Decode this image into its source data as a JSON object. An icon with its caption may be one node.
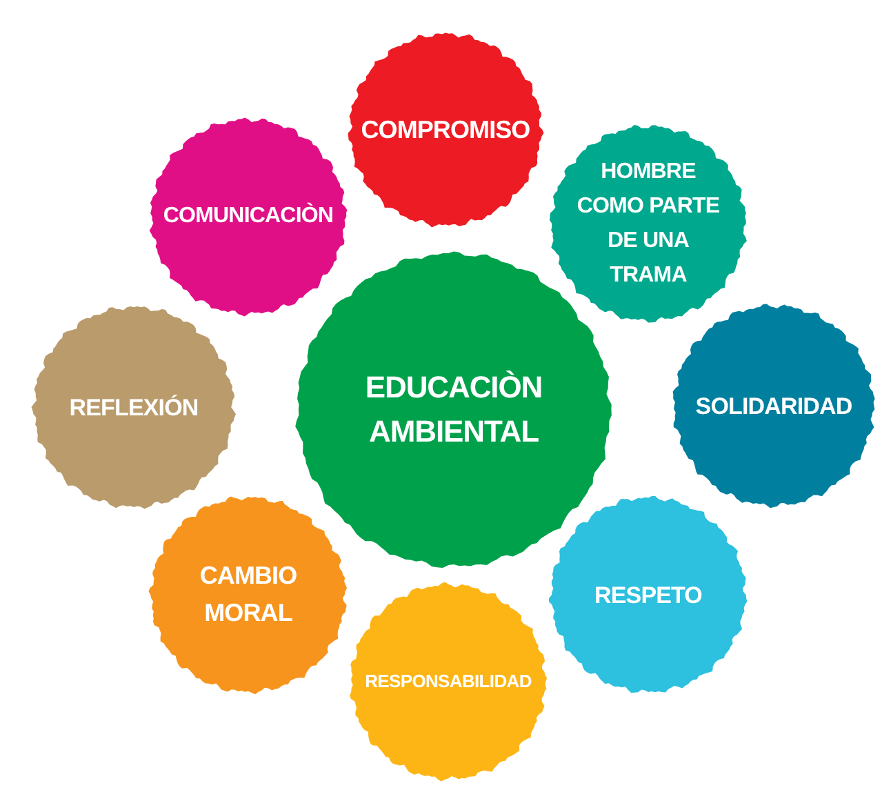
{
  "diagram": {
    "nodes": [
      {
        "text": [
          "COMPROMISO"
        ]
      },
      {
        "text": [
          "COMUNICACIÒN"
        ]
      },
      {
        "text": [
          "HOMBRE COMO PARTE DE UNA TRAMA"
        ]
      },
      {
        "text": [
          "REFLEXIÓN"
        ]
      },
      {
        "text": [
          "EDUCACIÒN AMBIENTAL"
        ]
      },
      {
        "text": [
          "SOLIDARIDAD"
        ]
      },
      {
        "text": [
          "CAMBIO MORAL"
        ]
      },
      {
        "text": [
          "RESPETO"
        ]
      },
      {
        "text": [
          "RESPONSABILIDAD"
        ]
      }
    ]
  }
}
